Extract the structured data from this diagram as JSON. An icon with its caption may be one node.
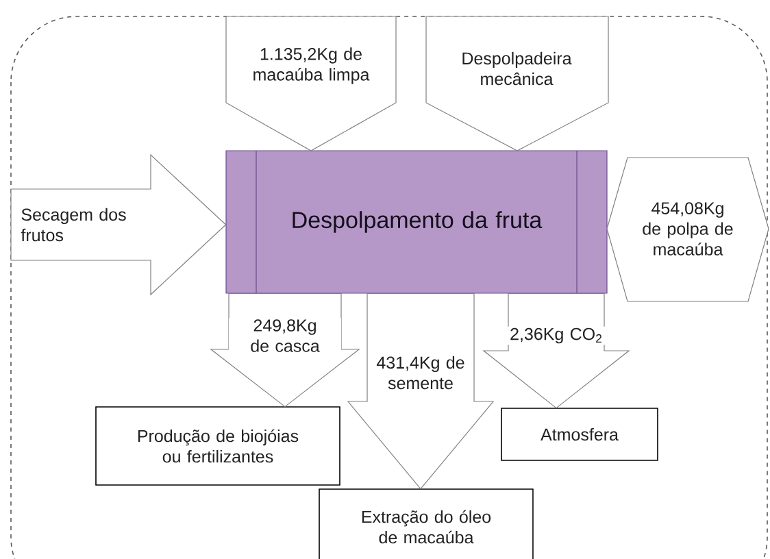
{
  "diagram": {
    "nodes": [
      {
        "text": [
          "Despolpamento da fruta"
        ]
      },
      {
        "text": [
          "1.135,2Kg de macaúba limpa"
        ]
      },
      {
        "text": [
          "Despolpadeira mecânica"
        ]
      },
      {
        "text": [
          "454,08Kg de polpa de macaúba"
        ]
      },
      {
        "text": [
          "Produção de biojóias ou fertilizantes"
        ]
      },
      {
        "text": [
          "Extração do óleo de macaúba"
        ]
      },
      {
        "text": [
          "Atmosfera"
        ]
      }
    ],
    "edges": [
      {
        "from": null,
        "to": 0,
        "arrow": "to",
        "label": "Secagem dos frutos"
      },
      {
        "from": 0,
        "to": 4,
        "arrow": "to",
        "label": "249,8Kg de casca"
      },
      {
        "from": 0,
        "to": 5,
        "arrow": "to",
        "label": "431,4Kg de semente"
      },
      {
        "from": 0,
        "to": 6,
        "arrow": "to",
        "label": "2,36Kg CO$_{2}$"
      }
    ]
  }
}
